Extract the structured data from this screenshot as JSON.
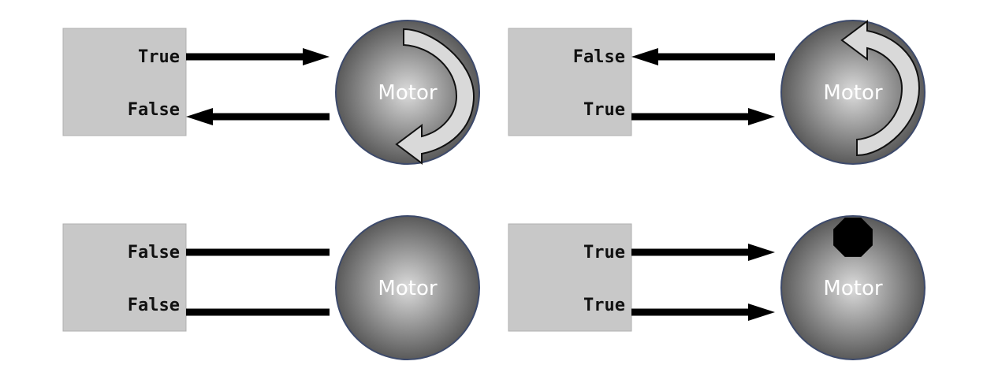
{
  "motor_label": "Motor",
  "colors": {
    "box_fill": "#c8c8c8",
    "box_stroke": "#b0b0b0",
    "arrow": "#000000",
    "motor_center": "#dcdcdc",
    "motor_edge": "#5a5a5a",
    "motor_stroke": "#3d4a6b",
    "rotation_arrow_fill": "#d9d9d9",
    "stop_sign": "#000000"
  },
  "panels": [
    {
      "id": "top-left",
      "upper": {
        "label": "True",
        "arrow": "toward-motor"
      },
      "lower": {
        "label": "False",
        "arrow": "toward-box"
      },
      "motor_state": "rotate-clockwise"
    },
    {
      "id": "top-right",
      "upper": {
        "label": "False",
        "arrow": "toward-box"
      },
      "lower": {
        "label": "True",
        "arrow": "toward-motor"
      },
      "motor_state": "rotate-counterclockwise"
    },
    {
      "id": "bottom-left",
      "upper": {
        "label": "False",
        "arrow": "none"
      },
      "lower": {
        "label": "False",
        "arrow": "none"
      },
      "motor_state": "idle"
    },
    {
      "id": "bottom-right",
      "upper": {
        "label": "True",
        "arrow": "toward-motor"
      },
      "lower": {
        "label": "True",
        "arrow": "toward-motor"
      },
      "motor_state": "stop"
    }
  ]
}
